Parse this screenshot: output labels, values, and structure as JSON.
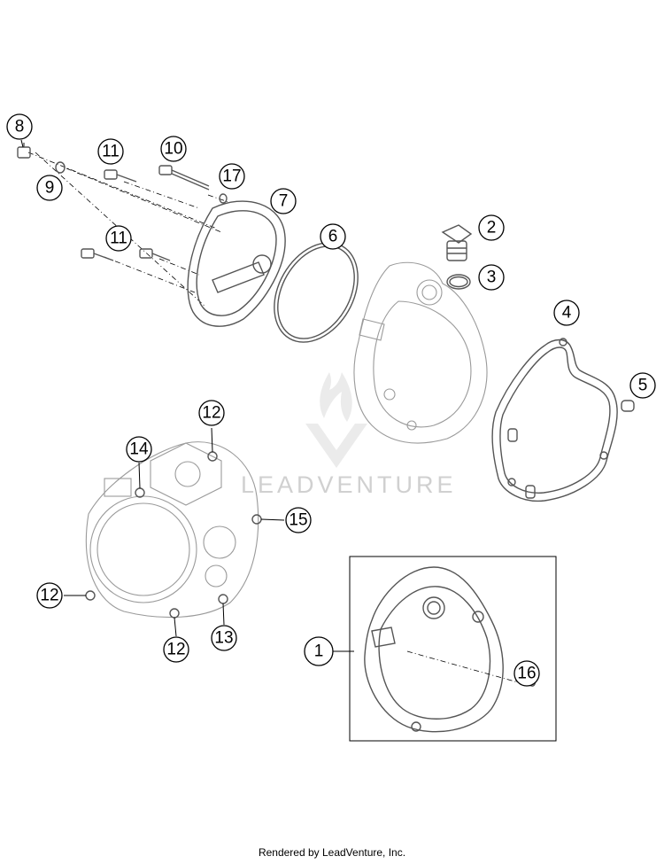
{
  "callouts": [
    "1",
    "2",
    "3",
    "4",
    "5",
    "6",
    "7",
    "8",
    "9",
    "10",
    "11",
    "11",
    "12",
    "12",
    "12",
    "13",
    "14",
    "15",
    "16",
    "17"
  ],
  "watermark": "LEADVENTURE",
  "footer": "Rendered by LeadVenture, Inc.",
  "colors": {
    "line": "#555555",
    "light_line": "#9a9a9a",
    "watermark": "#d0d0d0"
  }
}
